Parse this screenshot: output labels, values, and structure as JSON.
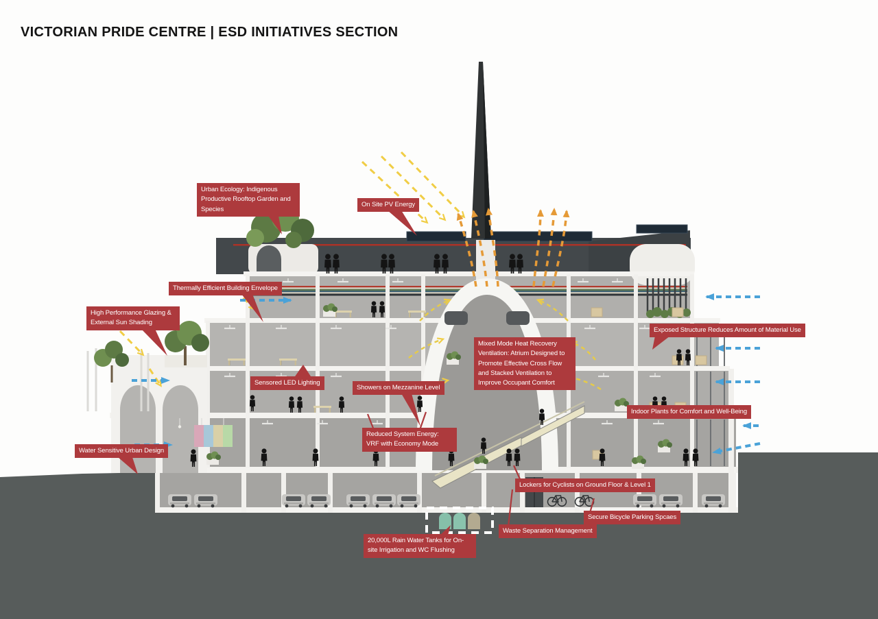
{
  "title": "VICTORIAN PRIDE CENTRE | ESD INITIATIVES SECTION",
  "colors": {
    "label_bg": "#ad3a3d",
    "label_text": "#ffffff",
    "ground": "#575c5b",
    "sun_ray_arrow": "#f0cd45",
    "stack_vent_arrow": "#e59a37",
    "cross_vent_arrow": "#4aa2d8",
    "tank_teal": "#86bfa9",
    "tank_tan": "#b3aa90"
  },
  "labels": {
    "urban_ecology": "Urban Ecology: Indigenous Productive Rooftop Garden and Species",
    "on_site_pv": "On Site PV Energy",
    "thermal_envelope": "Thermally Efficient Building Envelope",
    "glazing": "High Performance Glazing & External Sun Shading",
    "exposed_structure": "Exposed Structure Reduces Amount of Material Use",
    "mixed_mode": "Mixed Mode Heat Recovery Ventilation: Atrium Designed to Promote Effective Cross Flow and Stacked Ventilation to Improve Occupant Comfort",
    "sensored_led": "Sensored LED Lighting",
    "showers": "Showers on Mezzanine Level",
    "indoor_plants": "Indoor Plants for Comfort and Well-Being",
    "reduced_energy": "Reduced System Energy: VRF with Economy Mode",
    "wsud": "Water Sensitive Urban Design",
    "lockers": "Lockers for Cyclists on Ground Floor & Level 1",
    "bike_parking": "Secure Bicycle Parking Spcaes",
    "waste": "Waste Separation Management",
    "rain_tanks": "20,000L Rain Water Tanks for On-site Irrigation and WC Flushing"
  }
}
